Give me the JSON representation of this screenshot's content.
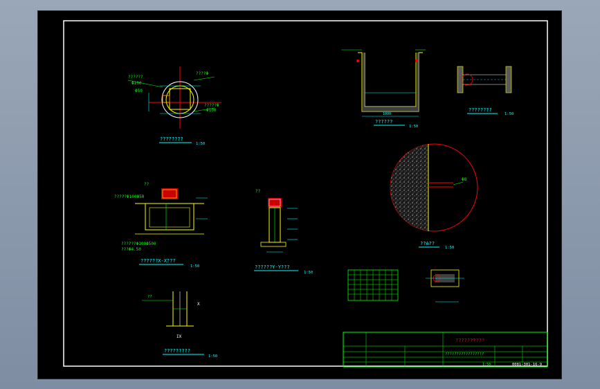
{
  "colors": {
    "background": "#000000",
    "sheet_border": "#ffffff",
    "title_block": "#00ff00",
    "dimension": "#00ffff",
    "section": "#ff0000",
    "annotation": "#00ff00",
    "wall": "#ffff00"
  },
  "labels": {
    "plan": "????????",
    "trench": "??????",
    "pipe_detail": "????????",
    "x_section": "??????X-X???",
    "y_section": "??????Y-Y???",
    "detail_a": "??A??",
    "small_section": "?????????"
  },
  "scales": {
    "plan": "1:50",
    "trench": "1:50",
    "pipe_detail": "1:50",
    "x_section": "1:50",
    "y_section": "1:50",
    "detail_a": "1:50",
    "small_section": "1:50"
  },
  "annotations": {
    "plan_left_1": "??????",
    "plan_left_2": "Φ100",
    "plan_left_3": "Φ50",
    "plan_right_1": "????Φ",
    "plan_right_2": "?????Φ",
    "plan_right_3": "Φ100",
    "x_pipe": "?????Φ100Φ50",
    "x_bottom_1": "??????Φ100Φ500",
    "x_bottom_2": "???Φ4.50",
    "x_mark": "??",
    "y_mark": "??",
    "trench_width": "1000",
    "detail_a_label": "Φ8",
    "x_cut_label": "X",
    "ix_label": "IX",
    "small_mark": "??"
  },
  "title_block": {
    "title": "??????????",
    "project": "?????????????????",
    "drawing_no": "0081-301-16-9",
    "scale": "1:50"
  }
}
